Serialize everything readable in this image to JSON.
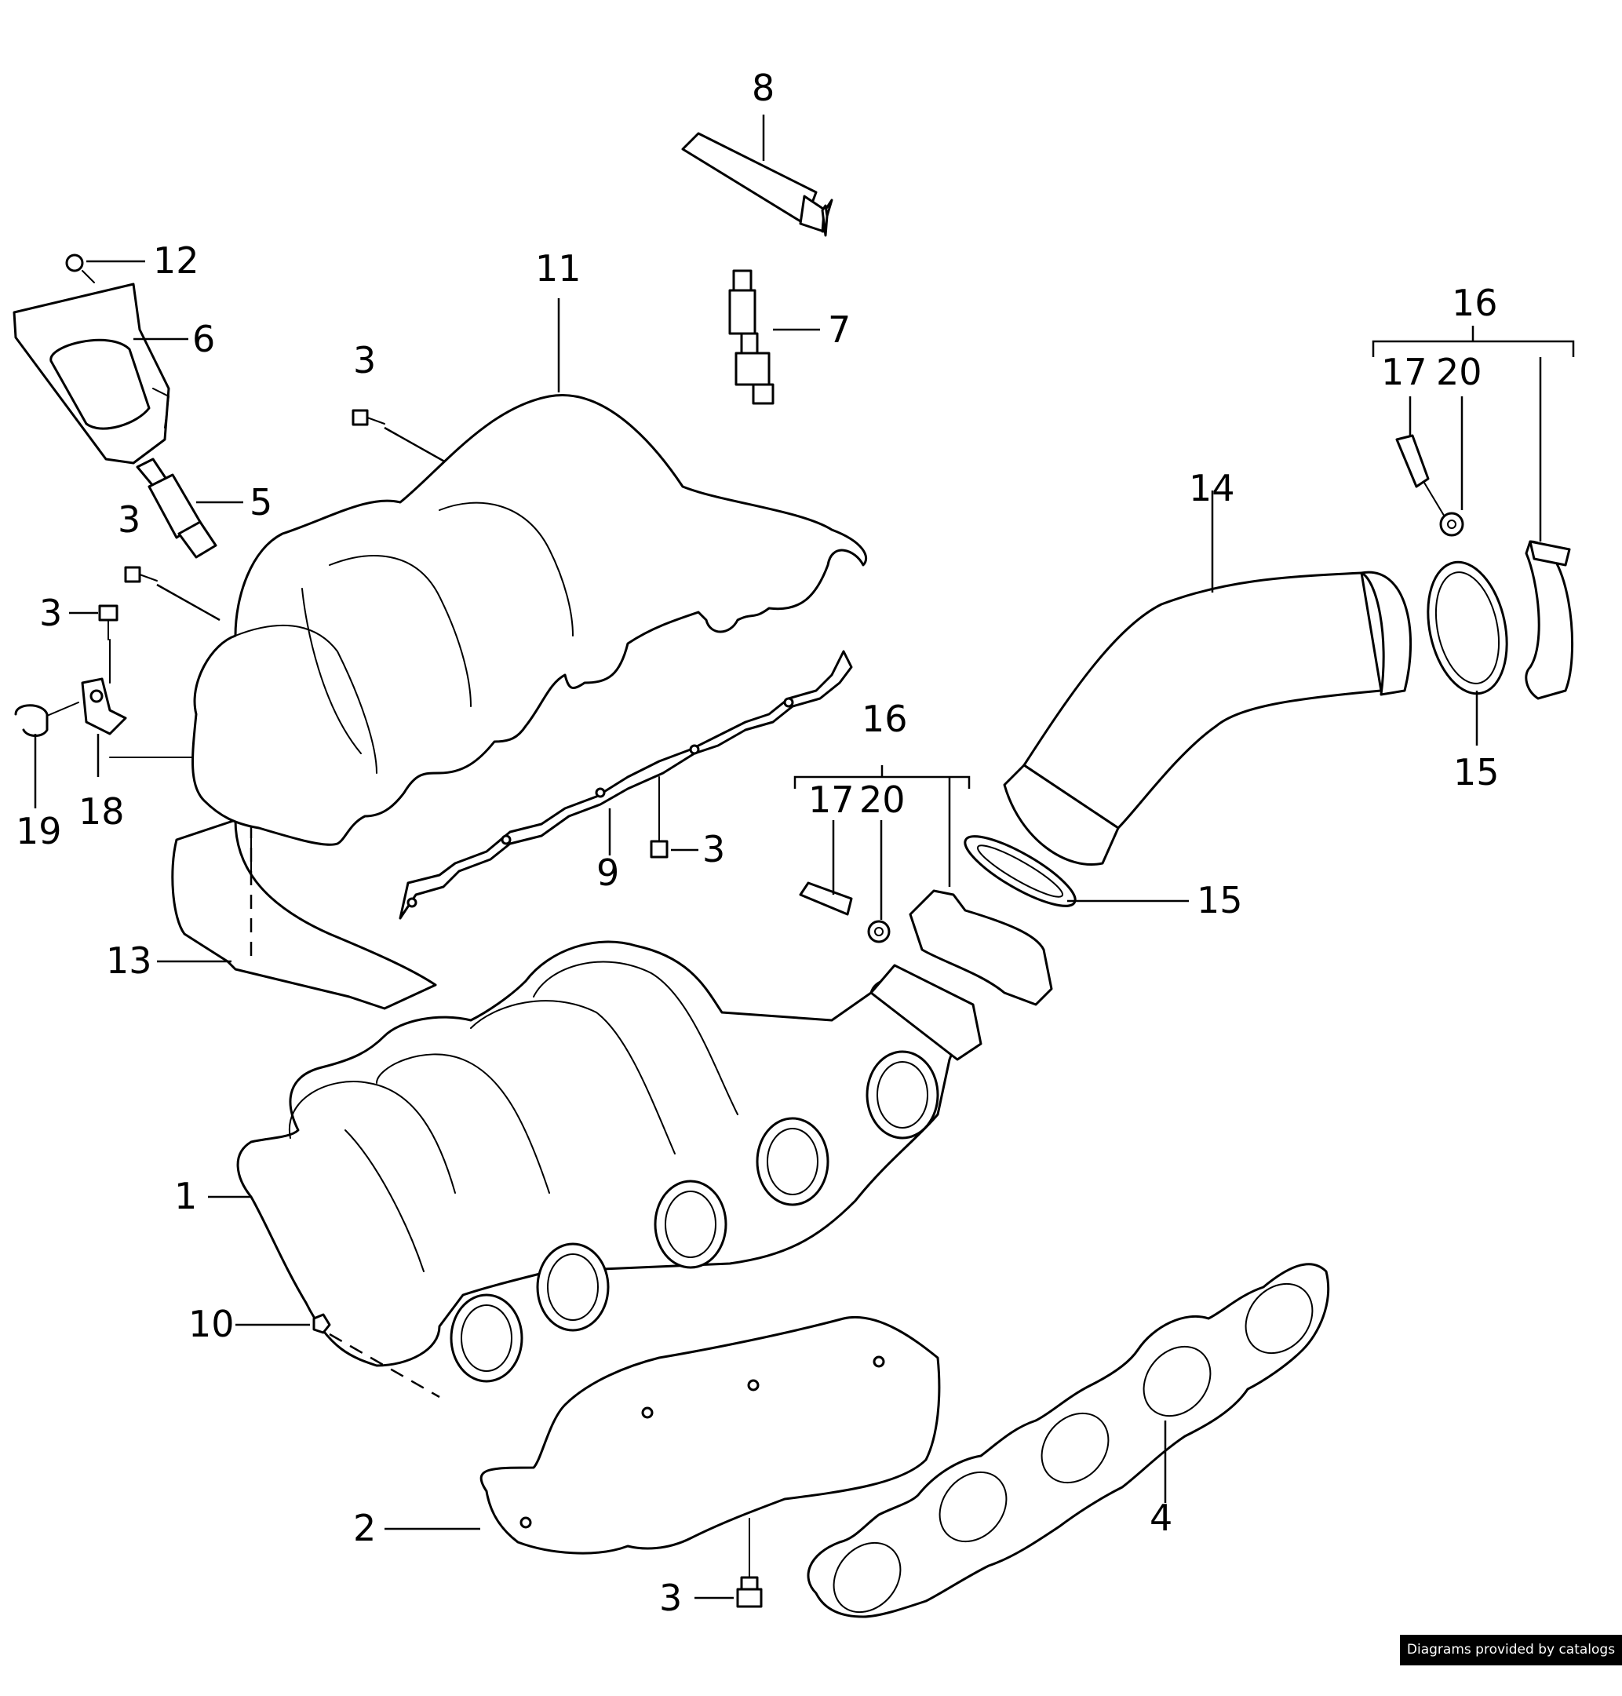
{
  "callouts": {
    "c1": "1",
    "c2": "2",
    "c3a": "3",
    "c3b": "3",
    "c3c": "3",
    "c3d": "3",
    "c3e": "3",
    "c4": "4",
    "c5": "5",
    "c6": "6",
    "c7": "7",
    "c8": "8",
    "c9": "9",
    "c10": "10",
    "c11": "11",
    "c12": "12",
    "c13": "13",
    "c14": "14",
    "c15a": "15",
    "c15b": "15",
    "c16a": "16",
    "c16b": "16",
    "c17a": "17",
    "c17b": "17",
    "c18": "18",
    "c19": "19",
    "c20a": "20",
    "c20b": "20"
  },
  "credit": "Diagrams provided by catalogs parts"
}
